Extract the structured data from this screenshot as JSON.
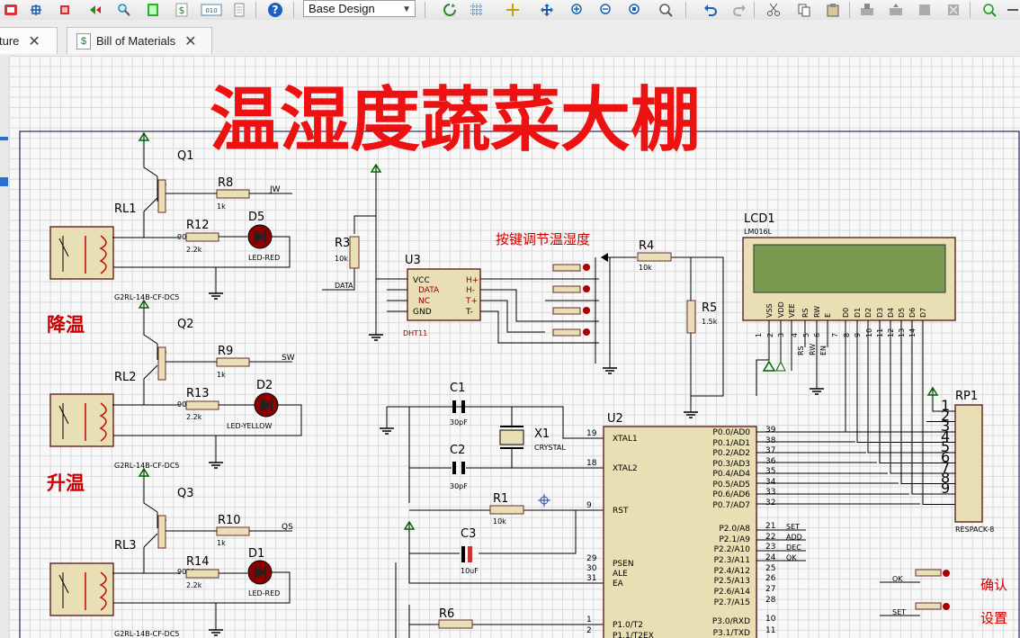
{
  "toolbar": {
    "design_select_value": "Base Design",
    "icons": [
      "bus-icon",
      "component-icon",
      "audio-icon",
      "zoom-search-icon",
      "report-icon",
      "dollar-icon",
      "binary-icon",
      "document-icon",
      "help-icon",
      "refresh-icon",
      "grid-icon",
      "origin-icon",
      "pan-icon",
      "zoom-in-icon",
      "zoom-out-icon",
      "zoom-all-icon",
      "zoom-area-icon",
      "undo-icon",
      "redo-icon",
      "cut-icon",
      "copy-icon",
      "paste-icon",
      "block-copy-icon",
      "block-move-icon",
      "block-rotate-icon",
      "block-delete-icon",
      "pick-device-icon"
    ]
  },
  "tabs": [
    {
      "label": "ture",
      "icon": "schematic-icon"
    },
    {
      "label": "Bill of Materials",
      "icon": "dollar-icon"
    }
  ],
  "schematic": {
    "title": "温湿度蔬菜大棚",
    "key_section_label": "按键调节温湿度",
    "labels": {
      "cool": "降温",
      "heat": "升温",
      "confirm": "确认",
      "setting": "设置"
    },
    "relays": [
      {
        "ref": "RL1",
        "part": "G2RL-14B-CF-DC5",
        "transistor": "Q1",
        "base_resistor": "R8",
        "base_value": "1k",
        "net": "JW",
        "led_resistor": "R12",
        "led_res_value": "2.2k",
        "led_ref": "D5",
        "led_part": "LED-RED",
        "hidden_value": "9012"
      },
      {
        "ref": "RL2",
        "part": "G2RL-14B-CF-DC5",
        "transistor": "Q2",
        "base_resistor": "R9",
        "base_value": "1k",
        "net": "SW",
        "led_resistor": "R13",
        "led_res_value": "2.2k",
        "led_ref": "D2",
        "led_part": "LED-YELLOW",
        "hidden_value": "9012"
      },
      {
        "ref": "RL3",
        "part": "G2RL-14B-CF-DC5",
        "transistor": "Q3",
        "base_resistor": "R10",
        "base_value": "1k",
        "net": "QS",
        "led_resistor": "R14",
        "led_res_value": "2.2k",
        "led_ref": "D1",
        "led_part": "LED-RED",
        "hidden_value": "9012"
      }
    ],
    "dht": {
      "ref": "U3",
      "part": "DHT11",
      "r_ref": "R3",
      "r_value": "10k",
      "net": "DATA",
      "pins_left": [
        "VCC",
        "DATA",
        "NC",
        "GND"
      ],
      "pins_right": [
        "H+",
        "H-",
        "T+",
        "T-"
      ]
    },
    "r4": {
      "ref": "R4",
      "value": "10k"
    },
    "r5": {
      "ref": "R5",
      "value": "1.5k"
    },
    "lcd": {
      "ref": "LCD1",
      "part": "LM016L",
      "pins": [
        "VSS",
        "VDD",
        "VEE",
        "RS",
        "RW",
        "E",
        "D0",
        "D1",
        "D2",
        "D3",
        "D4",
        "D5",
        "D6",
        "D7"
      ],
      "pin_numbers": [
        "1",
        "2",
        "3",
        "4",
        "5",
        "6",
        "7",
        "8",
        "9",
        "10",
        "11",
        "12",
        "13",
        "14"
      ],
      "nets": [
        "RS",
        "RW",
        "EN"
      ]
    },
    "rp1": {
      "ref": "RP1",
      "part": "RESPACK-8",
      "pins": [
        "1",
        "2",
        "3",
        "4",
        "5",
        "6",
        "7",
        "8",
        "9"
      ]
    },
    "crystal": {
      "c1": "C1",
      "c1_value": "30pF",
      "c2": "C2",
      "c2_value": "30pF",
      "x1": "X1",
      "x1_part": "CRYSTAL"
    },
    "reset": {
      "r1": "R1",
      "r1_value": "10k",
      "c3": "C3",
      "c3_value": "10uF",
      "r6": "R6"
    },
    "mcu": {
      "ref": "U2",
      "left_pins": [
        {
          "num": "19",
          "name": "XTAL1"
        },
        {
          "num": "18",
          "name": "XTAL2"
        },
        {
          "num": "9",
          "name": "RST"
        },
        {
          "num": "29",
          "name": "PSEN"
        },
        {
          "num": "30",
          "name": "ALE"
        },
        {
          "num": "31",
          "name": "EA"
        },
        {
          "num": "1",
          "name": "P1.0/T2"
        },
        {
          "num": "2",
          "name": "P1.1/T2EX"
        }
      ],
      "right_pins": [
        {
          "num": "39",
          "name": "P0.0/AD0"
        },
        {
          "num": "38",
          "name": "P0.1/AD1"
        },
        {
          "num": "37",
          "name": "P0.2/AD2"
        },
        {
          "num": "36",
          "name": "P0.3/AD3"
        },
        {
          "num": "35",
          "name": "P0.4/AD4"
        },
        {
          "num": "34",
          "name": "P0.5/AD5"
        },
        {
          "num": "33",
          "name": "P0.6/AD6"
        },
        {
          "num": "32",
          "name": "P0.7/AD7"
        },
        {
          "num": "21",
          "name": "P2.0/A8"
        },
        {
          "num": "22",
          "name": "P2.1/A9"
        },
        {
          "num": "23",
          "name": "P2.2/A10"
        },
        {
          "num": "24",
          "name": "P2.3/A11"
        },
        {
          "num": "25",
          "name": "P2.4/A12"
        },
        {
          "num": "26",
          "name": "P2.5/A13"
        },
        {
          "num": "27",
          "name": "P2.6/A14"
        },
        {
          "num": "28",
          "name": "P2.7/A15"
        },
        {
          "num": "10",
          "name": "P3.0/RXD"
        },
        {
          "num": "11",
          "name": "P3.1/TXD"
        }
      ],
      "p2_nets": [
        "SET",
        "ADD",
        "DEC",
        "OK"
      ]
    },
    "buttons": [
      {
        "net": "OK"
      },
      {
        "net": "SET"
      }
    ]
  }
}
